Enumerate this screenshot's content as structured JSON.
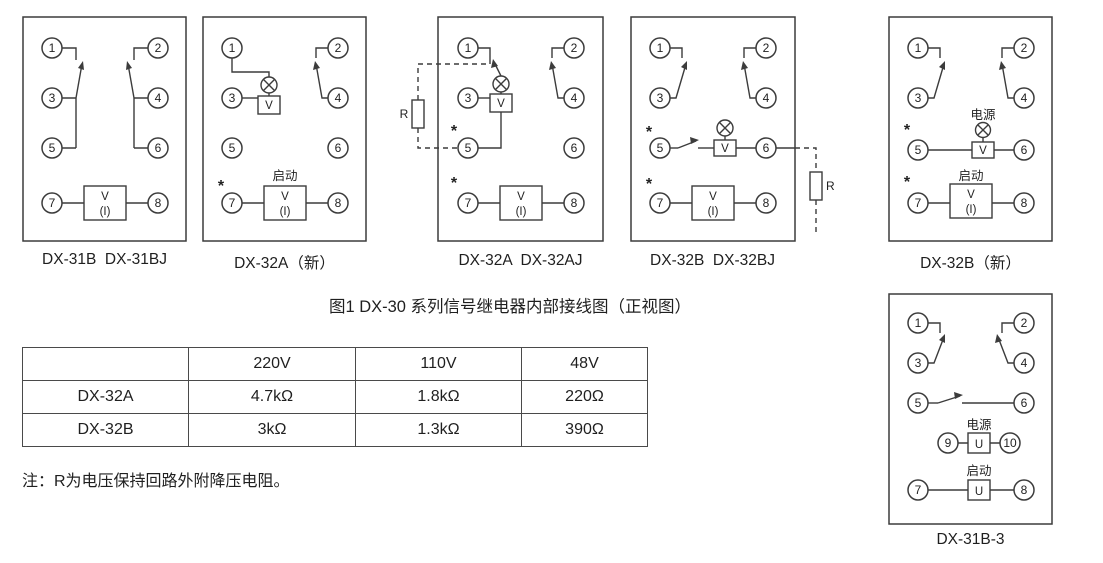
{
  "figure": {
    "caption": "图1 DX-30 系列信号继电器内部接线图（正视图）",
    "note": "注：R为电压保持回路外附降压电阻。"
  },
  "sym": {
    "v": "V",
    "i": "(I)",
    "u": "U",
    "r": "R",
    "star": "*",
    "start": "启动",
    "power": "电源"
  },
  "terminals": {
    "t1": "1",
    "t2": "2",
    "t3": "3",
    "t4": "4",
    "t5": "5",
    "t6": "6",
    "t7": "7",
    "t8": "8",
    "t9": "9",
    "t10": "10"
  },
  "diagrams": {
    "d1": {
      "label": "DX-31B  DX-31BJ"
    },
    "d2": {
      "label": "DX-32A（新）"
    },
    "d3": {
      "label": "DX-32A  DX-32AJ"
    },
    "d4": {
      "label": "DX-32B  DX-32BJ"
    },
    "d5": {
      "label": "DX-32B（新）"
    },
    "d6": {
      "label": "DX-31B-3"
    }
  },
  "table": {
    "headers": [
      "",
      "220V",
      "110V",
      "48V"
    ],
    "rows": [
      [
        "DX-32A",
        "4.7kΩ",
        "1.8kΩ",
        "220Ω"
      ],
      [
        "DX-32B",
        "3kΩ",
        "1.3kΩ",
        "390Ω"
      ]
    ]
  }
}
